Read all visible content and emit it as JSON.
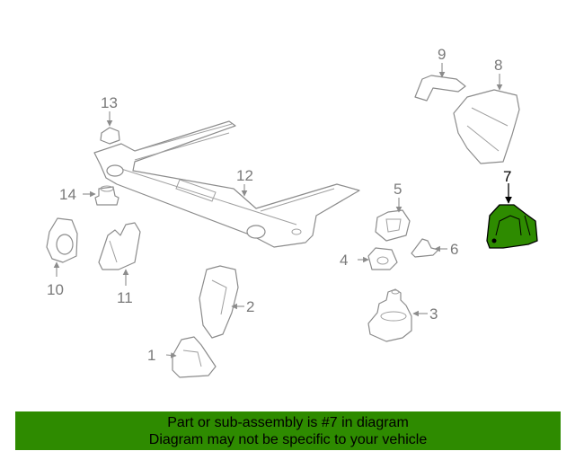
{
  "diagram": {
    "callouts": [
      {
        "id": "1",
        "label": "1"
      },
      {
        "id": "2",
        "label": "2"
      },
      {
        "id": "3",
        "label": "3"
      },
      {
        "id": "4",
        "label": "4"
      },
      {
        "id": "5",
        "label": "5"
      },
      {
        "id": "6",
        "label": "6"
      },
      {
        "id": "7",
        "label": "7",
        "highlighted": true
      },
      {
        "id": "8",
        "label": "8"
      },
      {
        "id": "9",
        "label": "9"
      },
      {
        "id": "10",
        "label": "10"
      },
      {
        "id": "11",
        "label": "11"
      },
      {
        "id": "12",
        "label": "12"
      },
      {
        "id": "13",
        "label": "13"
      },
      {
        "id": "14",
        "label": "14"
      }
    ],
    "highlight_color": "#2e8b00",
    "line_color": "#8c8c8c"
  },
  "banner": {
    "line1": "Part or sub-assembly is #7 in diagram",
    "line2": "Diagram may not be specific to your vehicle",
    "background": "#2e8b00"
  }
}
